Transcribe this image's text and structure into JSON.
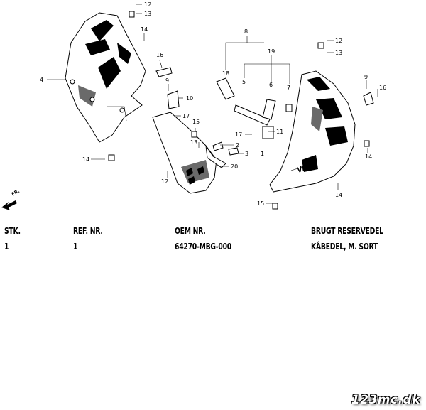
{
  "diagram": {
    "callouts": [
      "12",
      "13",
      "14",
      "16",
      "4",
      "9",
      "10",
      "17",
      "15",
      "13",
      "14",
      "2",
      "3",
      "1",
      "20",
      "12",
      "8",
      "19",
      "18",
      "5",
      "6",
      "7",
      "12",
      "13",
      "9",
      "16",
      "17",
      "11",
      "14",
      "14",
      "15"
    ],
    "direction_label": "FR."
  },
  "table": {
    "headers": [
      "STK.",
      "REF. NR.",
      "OEM NR.",
      "BRUGT RESERVEDEL"
    ],
    "rows": [
      [
        "1",
        "1",
        "64270-MBG-000",
        "KÅBEDEL, M. SORT"
      ]
    ]
  },
  "watermark": "123mc.dk"
}
